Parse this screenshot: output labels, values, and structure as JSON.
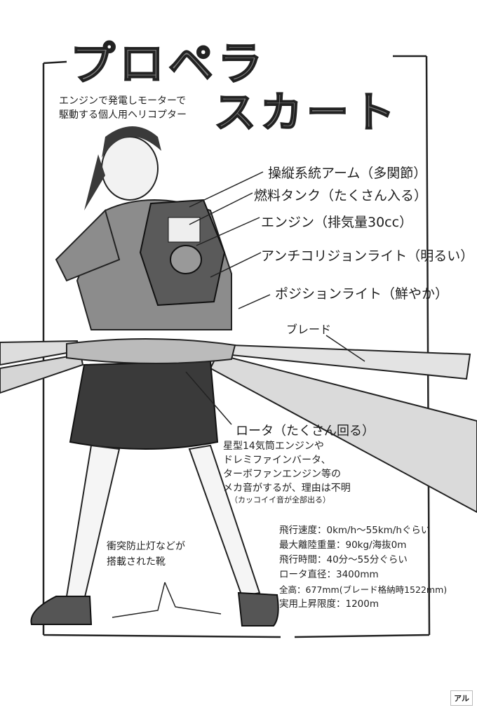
{
  "title": {
    "line1": "プロペラ",
    "line2": "スカート"
  },
  "subtitle": {
    "line1": "エンジンで発電しモーターで",
    "line2": "駆動する個人用ヘリコプター"
  },
  "callouts": [
    "操縦系統アーム（多関節）",
    "燃料タンク（たくさん入る）",
    "エンジン（排気量30cc）",
    "アンチコリジョンライト（明るい）",
    "ポジションライト（鮮やか）",
    "ブレード"
  ],
  "rotor": {
    "heading": "ロータ（たくさん回る）",
    "lines": [
      "星型14気筒エンジンや",
      "ドレミファインバータ、",
      "ターボファンエンジン等の",
      "メカ音がするが、理由は不明"
    ],
    "note": "（カッコイイ音が全部出る）"
  },
  "shoes": {
    "line1": "衝突防止灯などが",
    "line2": "搭載された靴"
  },
  "specs": [
    "飛行速度：0km/h〜55km/hぐらい",
    "最大離陸重量：90kg/海抜0m",
    "飛行時間：40分〜55分ぐらい",
    "ロータ直径：3400mm",
    "全高：677mm(ブレード格納時1522mm)",
    "実用上昇限度：1200m"
  ],
  "corner_badge": "アル"
}
